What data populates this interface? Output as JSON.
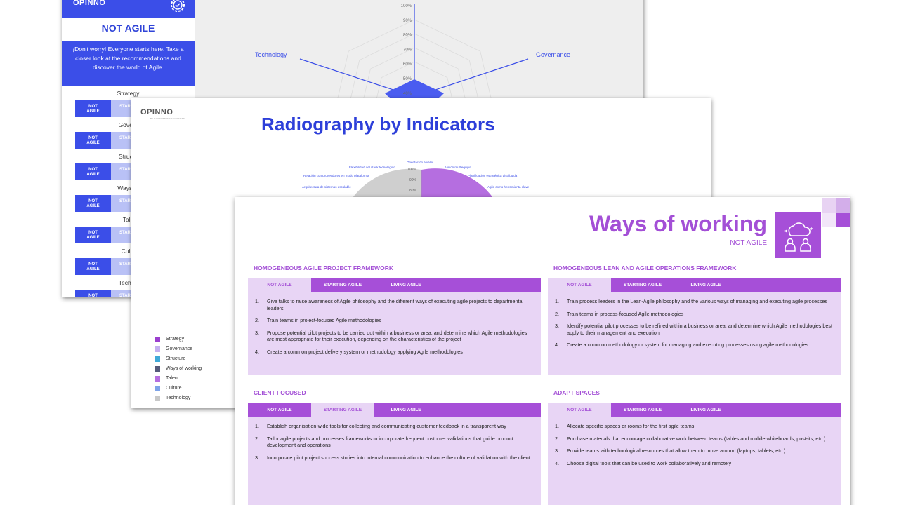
{
  "sheet1": {
    "logo": "OPINNO",
    "title": "NOT AGILE",
    "message": "¡Don't worry! Everyone starts here. Take a closer look at the recommendations and discover the world of Agile.",
    "not_label": "NOT\nAGILE",
    "start_label": "STAR",
    "indicators": [
      "Strategy",
      "Govern",
      "Structu",
      "Ways of",
      "Tale",
      "Cultu",
      "Techno"
    ],
    "radar_ticks": [
      "100%",
      "90%",
      "80%",
      "70%",
      "60%",
      "50%",
      "40%"
    ],
    "axis_left": "Technology",
    "axis_right": "Governance"
  },
  "sheet2": {
    "logo": "OPINNO",
    "logo_sub": "BY IT INNOVATION MANAGEMENT",
    "title": "Radiography by Indicators",
    "radar_labels": [
      "Flexibilidad del stack tecnológico",
      "Relación con proveedores en modo plataforma",
      "Arquitectura de sistemas escalable",
      "Orientación a valor",
      "Visión multiequipo",
      "Planificación estratégica distribuida",
      "Agile como herramienta clave"
    ],
    "radar_ticks": [
      "100%",
      "90%",
      "80%"
    ],
    "legend": [
      {
        "label": "Strategy",
        "color": "#9b3fcf"
      },
      {
        "label": "Governance",
        "color": "#c4b0f0"
      },
      {
        "label": "Structure",
        "color": "#3fa9d8"
      },
      {
        "label": "Ways of working",
        "color": "#555a7a"
      },
      {
        "label": "Talent",
        "color": "#b56ee0"
      },
      {
        "label": "Culture",
        "color": "#7ea3e8"
      },
      {
        "label": "Technology",
        "color": "#c8c8c8"
      }
    ]
  },
  "sheet3": {
    "title": "Ways of working",
    "subtitle": "NOT AGILE",
    "tabs": [
      "NOT AGILE",
      "STARTING AGILE",
      "LIVING AGILE"
    ],
    "sections": [
      {
        "title": "HOMOGENEOUS AGILE PROJECT FRAMEWORK",
        "active": 0,
        "items": [
          "Give talks to raise awareness of Agile philosophy and the different ways of executing agile projects to departmental leaders",
          "Train teams in project-focused Agile methodologies",
          "Propose potential pilot projects to be carried out within a business or area, and determine which Agile methodologies are most appropriate for their execution, depending on the characteristics of the project",
          "Create a common project delivery system or methodology applying Agile methodologies"
        ]
      },
      {
        "title": "HOMOGENEOUS LEAN AND AGILE OPERATIONS FRAMEWORK",
        "active": 0,
        "items": [
          "Train process leaders in the Lean-Agile philosophy and the various ways of managing and executing agile processes",
          "Train teams in process-focused Agile methodologies",
          "Identify potential pilot processes to be refined within a business or area, and determine which Agile methodologies best apply to their management and execution",
          "Create a common methodology or system for managing and executing processes using agile methodologies"
        ]
      },
      {
        "title": "CLIENT FOCUSED",
        "active": 1,
        "items": [
          "Establish organisation-wide tools for collecting and communicating customer feedback in a transparent way",
          "Tailor agile projects and processes frameworks to incorporate frequent customer validations that guide product development and operations",
          "Incorporate pilot project success stories into internal communication to enhance the culture of validation with the client"
        ]
      },
      {
        "title": "ADAPT SPACES",
        "active": 0,
        "items": [
          "Allocate specific spaces or rooms for the first agile teams",
          "Purchase materials that encourage collaborative work between teams (tables and mobile whiteboards, post-its, etc.)",
          "Provide teams with technological resources that allow them to move around (laptops, tablets, etc.)",
          "Choose digital tools that can be used to work collaboratively and remotely"
        ]
      }
    ]
  }
}
